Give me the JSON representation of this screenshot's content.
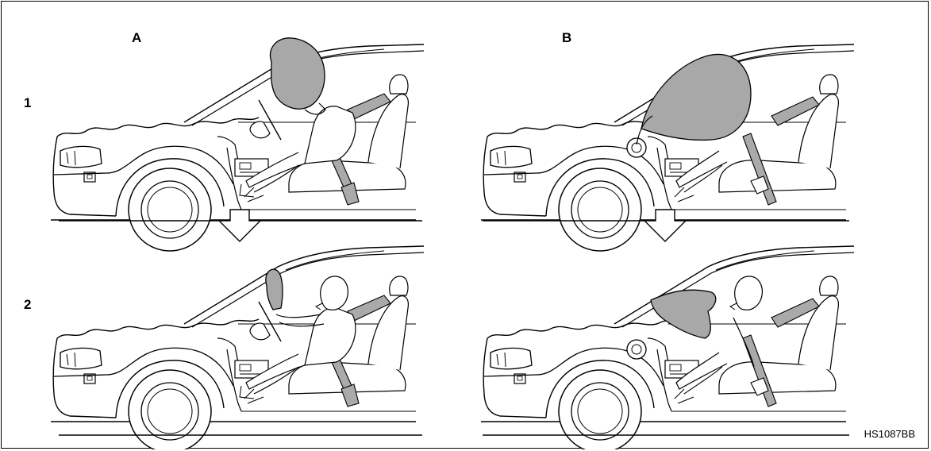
{
  "labels": {
    "column_a": "A",
    "column_b": "B",
    "row_1": "1",
    "row_2": "2"
  },
  "figure_code": "HS1087BB",
  "colors": {
    "line": "#000000",
    "airbag_fill": "#a8a8a8",
    "background": "#ffffff"
  },
  "icons": [
    "car-cutaway-icon",
    "driver-airbag-icon",
    "passenger-airbag-icon",
    "down-arrow-icon"
  ]
}
